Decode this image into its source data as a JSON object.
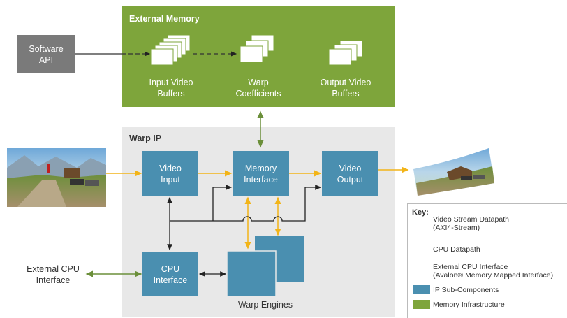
{
  "colors": {
    "memory_green": "#7ea53b",
    "ip_blue": "#4a8fb0",
    "warp_gray": "#e8e8e8",
    "api_gray": "#7a7a7a",
    "video_arrow": "#f2b418",
    "cpu_arrow": "#222222",
    "ext_cpu_arrow": "#6b8f3a"
  },
  "software_api": {
    "label_line1": "Software",
    "label_line2": "API"
  },
  "external_memory": {
    "title": "External Memory",
    "input_buffers": {
      "line1": "Input Video",
      "line2": "Buffers"
    },
    "warp_coefficients": {
      "line1": "Warp",
      "line2": "Coefficients"
    },
    "output_buffers": {
      "line1": "Output Video",
      "line2": "Buffers"
    }
  },
  "warp_ip": {
    "title": "Warp IP",
    "video_input": {
      "line1": "Video",
      "line2": "Input"
    },
    "memory_interface": {
      "line1": "Memory",
      "line2": "Interface"
    },
    "video_output": {
      "line1": "Video",
      "line2": "Output"
    },
    "cpu_interface": {
      "line1": "CPU",
      "line2": "Interface"
    },
    "warp_engines": "Warp Engines"
  },
  "external_cpu": {
    "line1": "External CPU",
    "line2": "Interface"
  },
  "key": {
    "title": "Key:",
    "video_stream": {
      "line1": "Video Stream Datapath",
      "line2": "(AXI4-Stream)"
    },
    "cpu_datapath": "CPU Datapath",
    "ext_cpu": {
      "line1": "External CPU Interface",
      "line2": "(Avalon® Memory Mapped Interface)"
    },
    "ip_sub": "IP Sub-Components",
    "memory_infra": "Memory Infrastructure"
  },
  "images": {
    "input_photo": "alpine-landscape-photo",
    "output_photo": "warped-alpine-landscape-photo"
  }
}
